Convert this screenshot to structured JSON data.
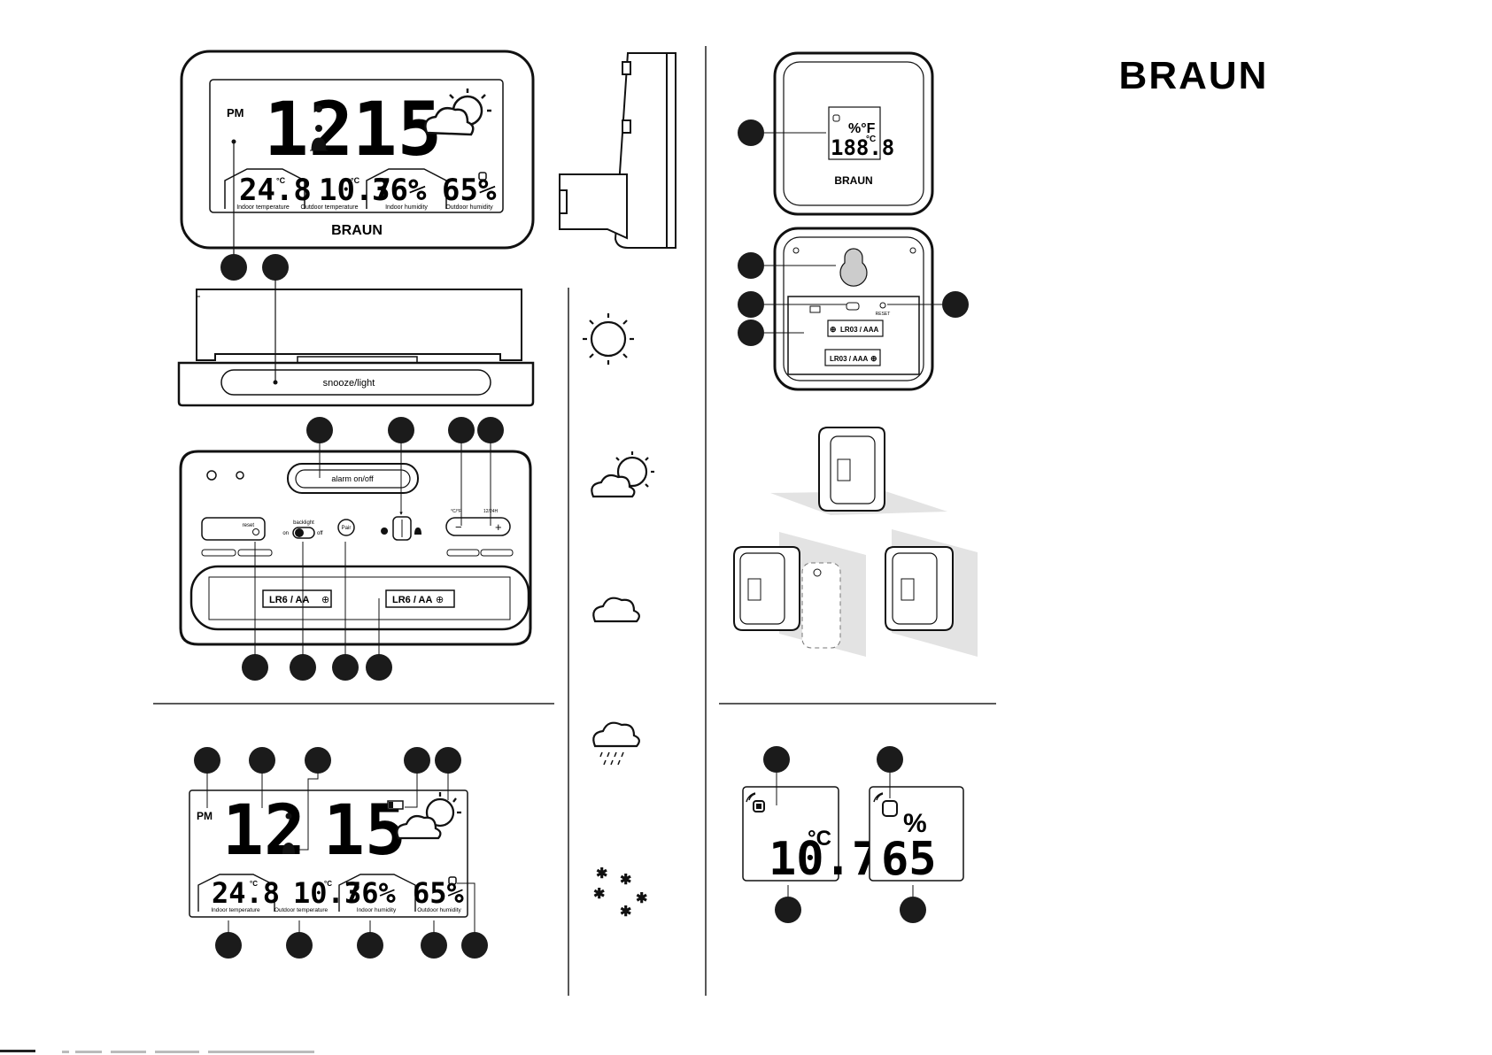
{
  "brand": "BRAUN",
  "clock_front": {
    "period": "PM",
    "hours": "12",
    "minutes": "15",
    "indoor_temp": "24.8",
    "indoor_temp_unit": "°C",
    "indoor_temp_label": "Indoor temperature",
    "outdoor_temp": "10.7",
    "outdoor_temp_unit": "°C",
    "outdoor_temp_label": "Outdoor temperature",
    "indoor_humidity": "36%",
    "indoor_humidity_label": "Indoor humidity",
    "outdoor_humidity": "65%",
    "outdoor_humidity_label": "Outdoor humidity",
    "logo": "BRAUN"
  },
  "clock_top": {
    "snooze_label": "snooze/light"
  },
  "clock_back": {
    "alarm_label": "alarm on/off",
    "reset_label": "reset",
    "backlight_label": "backlight",
    "backlight_on": "on",
    "backlight_off": "off",
    "pair_label": "Pair",
    "unit_label": "°C/°F",
    "hour_label": "12/24H",
    "minus_label": "−",
    "plus_label": "+",
    "battery_1": "LR6 / AA",
    "battery_2": "LR6 / AA"
  },
  "sensor_front": {
    "units_top": "%°F",
    "units_bottom": "°C",
    "digits": "188.8",
    "logo": "BRAUN"
  },
  "sensor_back": {
    "reset_label": "RESET",
    "battery_1": "LR03 / AAA",
    "battery_2": "LR03 / AAA"
  },
  "sensor_displays": {
    "temp_value": "10.7",
    "temp_unit": "°C",
    "humidity_unit": "%",
    "humidity_value": "65"
  },
  "weather_icons": [
    "sun-icon",
    "partly-cloudy-icon",
    "cloud-icon",
    "rain-icon",
    "snow-icon"
  ]
}
